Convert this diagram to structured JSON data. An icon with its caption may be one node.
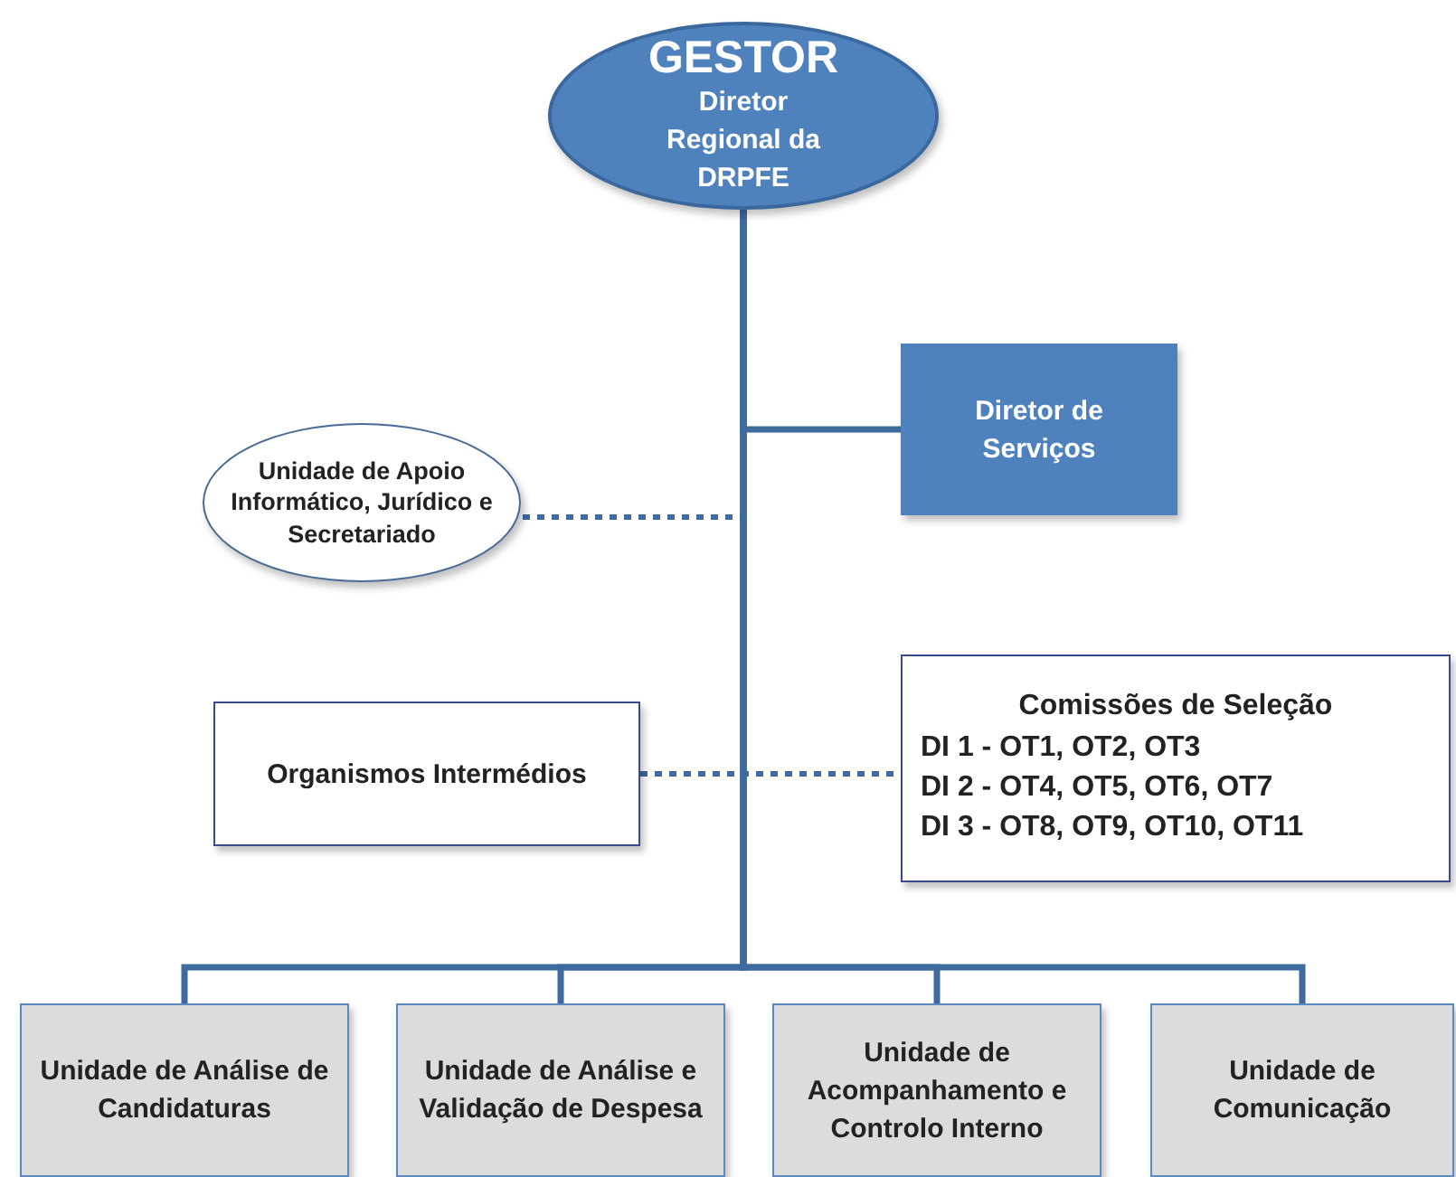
{
  "diagram": {
    "nodes": [
      {
        "text": [
          "GESTOR",
          "Diretor Regional da DRPFE"
        ]
      },
      {
        "text": [
          "Diretor de Serviços"
        ]
      },
      {
        "text": [
          "Unidade de Apoio Informático, Jurídico e Secretariado"
        ]
      },
      {
        "text": [
          "Comissões de Seleção",
          "DI 1 - OT1, OT2, OT3",
          "DI 2 - OT4, OT5, OT6, OT7",
          "DI 3 - OT8, OT9, OT10, OT11"
        ]
      },
      {
        "text": [
          "Organismos Intermédios"
        ]
      },
      {
        "text": [
          "Unidade de Análise de Candidaturas"
        ]
      },
      {
        "text": [
          "Unidade de Análise e Validação de Despesa"
        ]
      },
      {
        "text": [
          "Unidade de Acompanhamento e Controlo Interno"
        ]
      },
      {
        "text": [
          "Unidade de Comunicação"
        ]
      }
    ],
    "edges": [
      {
        "from": 0,
        "to": 1,
        "arrow": "none"
      },
      {
        "from": 0,
        "to": 2,
        "arrow": "none",
        "style": "dashed"
      },
      {
        "from": 4,
        "to": 3,
        "arrow": "none",
        "style": "dashed"
      },
      {
        "from": 0,
        "to": 5,
        "arrow": "none"
      },
      {
        "from": 0,
        "to": 6,
        "arrow": "none"
      },
      {
        "from": 0,
        "to": 7,
        "arrow": "none"
      },
      {
        "from": 0,
        "to": 8,
        "arrow": "none"
      }
    ]
  }
}
